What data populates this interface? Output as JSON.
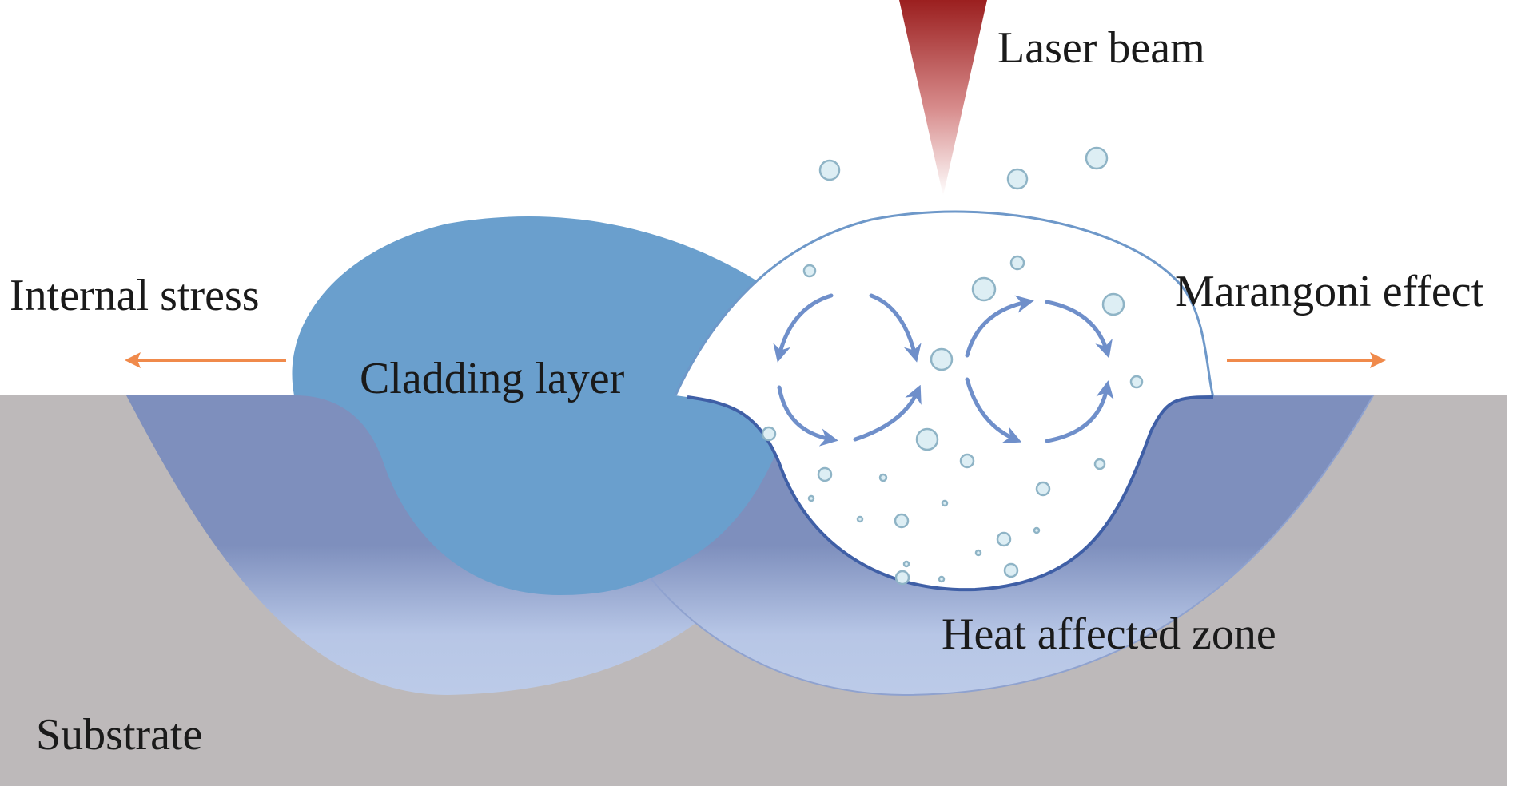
{
  "labels": {
    "laser_beam": "Laser beam",
    "internal_stress": "Internal stress",
    "marangoni_effect": "Marangoni effect",
    "cladding_layer": "Cladding layer",
    "heat_affected_zone": "Heat affected zone",
    "substrate": "Substrate"
  },
  "colors": {
    "substrate": "#bdb9ba",
    "haz_top": "#7e8fbd",
    "haz_bottom": "#bccbe8",
    "cladding_layer": "#6a9fcd",
    "melt_pool": "#ffffff",
    "melt_pool_outline": "#3f5fa6",
    "flow_arrows": "#6f8fca",
    "bubbles": "#ddeef4",
    "bubble_outline": "#8fb4c6",
    "stress_arrows": "#f08a4b",
    "laser_top": "#9b1f1f",
    "laser_bottom": "#ffffff"
  }
}
